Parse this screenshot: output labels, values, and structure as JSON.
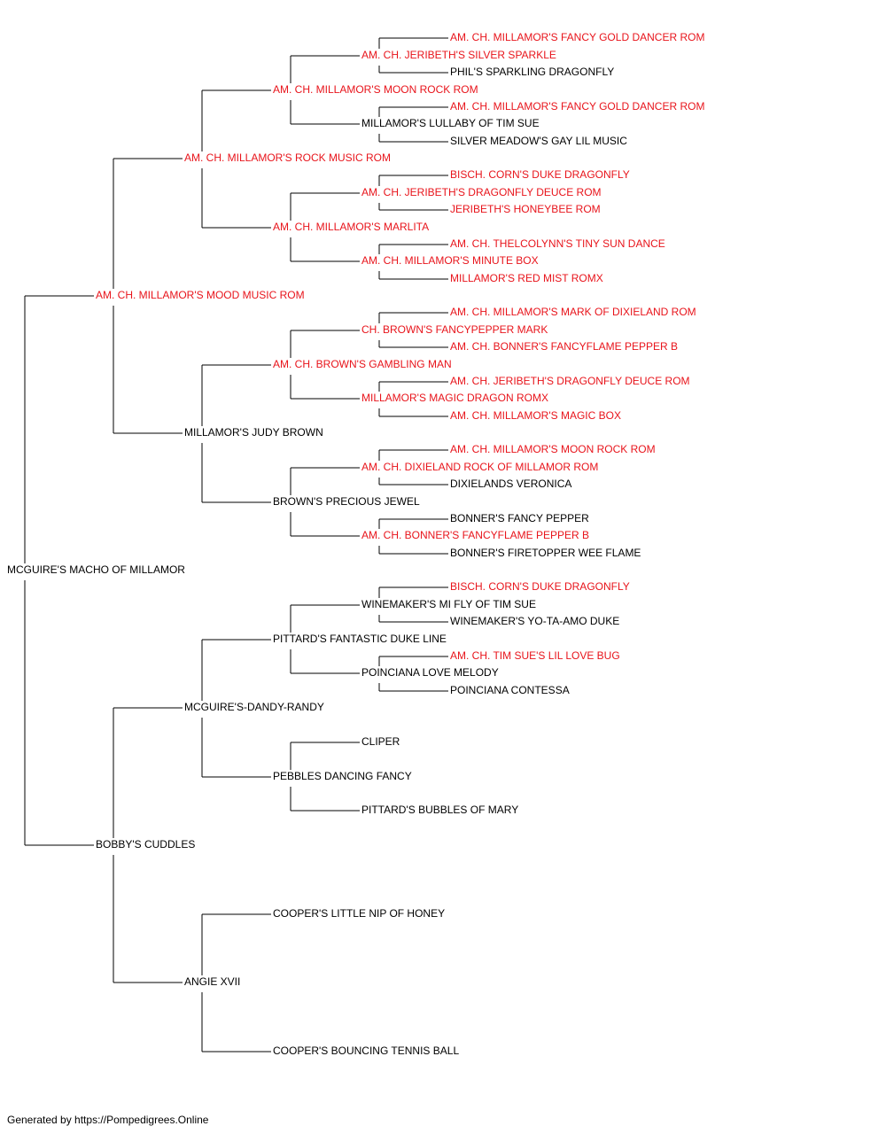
{
  "colors": {
    "champion": "#e8141b",
    "normal": "#000000",
    "connector": "#000000"
  },
  "footer": {
    "text": "Generated by https://Pompedigrees.Online"
  },
  "pedigree": {
    "name": "MCGUIRE'S MACHO OF MILLAMOR",
    "champion": false,
    "sire": {
      "name": "AM. CH. MILLAMOR'S MOOD MUSIC ROM",
      "champion": true,
      "sire": {
        "name": "AM. CH. MILLAMOR'S ROCK MUSIC ROM",
        "champion": true,
        "sire": {
          "name": "AM. CH. MILLAMOR'S MOON ROCK ROM",
          "champion": true,
          "sire": {
            "name": "AM. CH. JERIBETH'S SILVER SPARKLE",
            "champion": true,
            "sire": {
              "name": "AM. CH. MILLAMOR'S FANCY GOLD DANCER ROM",
              "champion": true
            },
            "dam": {
              "name": "PHIL'S SPARKLING DRAGONFLY",
              "champion": false
            }
          },
          "dam": {
            "name": "MILLAMOR'S LULLABY OF TIM SUE",
            "champion": false,
            "sire": {
              "name": "AM. CH. MILLAMOR'S FANCY GOLD DANCER ROM",
              "champion": true
            },
            "dam": {
              "name": "SILVER MEADOW'S GAY LIL MUSIC",
              "champion": false
            }
          }
        },
        "dam": {
          "name": "AM. CH. MILLAMOR'S MARLITA",
          "champion": true,
          "sire": {
            "name": "AM. CH. JERIBETH'S DRAGONFLY DEUCE ROM",
            "champion": true,
            "sire": {
              "name": "BISCH. CORN'S DUKE DRAGONFLY",
              "champion": true
            },
            "dam": {
              "name": "JERIBETH'S HONEYBEE ROM",
              "champion": true
            }
          },
          "dam": {
            "name": "AM. CH. MILLAMOR'S MINUTE BOX",
            "champion": true,
            "sire": {
              "name": "AM. CH. THELCOLYNN'S TINY SUN DANCE",
              "champion": true
            },
            "dam": {
              "name": "MILLAMOR'S RED MIST ROMX",
              "champion": true
            }
          }
        }
      },
      "dam": {
        "name": "MILLAMOR'S JUDY BROWN",
        "champion": false,
        "sire": {
          "name": "AM. CH. BROWN'S GAMBLING MAN",
          "champion": true,
          "sire": {
            "name": "CH. BROWN'S FANCYPEPPER MARK",
            "champion": true,
            "sire": {
              "name": "AM. CH. MILLAMOR'S MARK OF DIXIELAND ROM",
              "champion": true
            },
            "dam": {
              "name": "AM. CH. BONNER'S FANCYFLAME PEPPER B",
              "champion": true
            }
          },
          "dam": {
            "name": "MILLAMOR'S MAGIC DRAGON ROMX",
            "champion": true,
            "sire": {
              "name": "AM. CH. JERIBETH'S DRAGONFLY DEUCE ROM",
              "champion": true
            },
            "dam": {
              "name": "AM. CH. MILLAMOR'S MAGIC BOX",
              "champion": true
            }
          }
        },
        "dam": {
          "name": "BROWN'S PRECIOUS JEWEL",
          "champion": false,
          "sire": {
            "name": "AM. CH. DIXIELAND ROCK OF MILLAMOR ROM",
            "champion": true,
            "sire": {
              "name": "AM. CH. MILLAMOR'S MOON ROCK ROM",
              "champion": true
            },
            "dam": {
              "name": "DIXIELANDS VERONICA",
              "champion": false
            }
          },
          "dam": {
            "name": "AM. CH. BONNER'S FANCYFLAME PEPPER B",
            "champion": true,
            "sire": {
              "name": "BONNER'S FANCY PEPPER",
              "champion": false
            },
            "dam": {
              "name": "BONNER'S FIRETOPPER WEE FLAME",
              "champion": false
            }
          }
        }
      }
    },
    "dam": {
      "name": "BOBBY'S CUDDLES",
      "champion": false,
      "sire": {
        "name": "MCGUIRE'S-DANDY-RANDY",
        "champion": false,
        "sire": {
          "name": "PITTARD'S FANTASTIC DUKE LINE",
          "champion": false,
          "sire": {
            "name": "WINEMAKER'S MI FLY OF TIM SUE",
            "champion": false,
            "sire": {
              "name": "BISCH. CORN'S DUKE DRAGONFLY",
              "champion": true
            },
            "dam": {
              "name": "WINEMAKER'S YO-TA-AMO DUKE",
              "champion": false
            }
          },
          "dam": {
            "name": "POINCIANA LOVE MELODY",
            "champion": false,
            "sire": {
              "name": "AM. CH. TIM SUE'S LIL LOVE BUG",
              "champion": true
            },
            "dam": {
              "name": "POINCIANA CONTESSA",
              "champion": false
            }
          }
        },
        "dam": {
          "name": "PEBBLES DANCING FANCY",
          "champion": false,
          "sire": {
            "name": "CLIPER",
            "champion": false
          },
          "dam": {
            "name": "PITTARD'S BUBBLES OF MARY",
            "champion": false
          }
        }
      },
      "dam": {
        "name": "ANGIE XVII",
        "champion": false,
        "sire": {
          "name": "COOPER'S LITTLE NIP OF HONEY",
          "champion": false
        },
        "dam": {
          "name": "COOPER'S BOUNCING TENNIS BALL",
          "champion": false
        }
      }
    }
  }
}
